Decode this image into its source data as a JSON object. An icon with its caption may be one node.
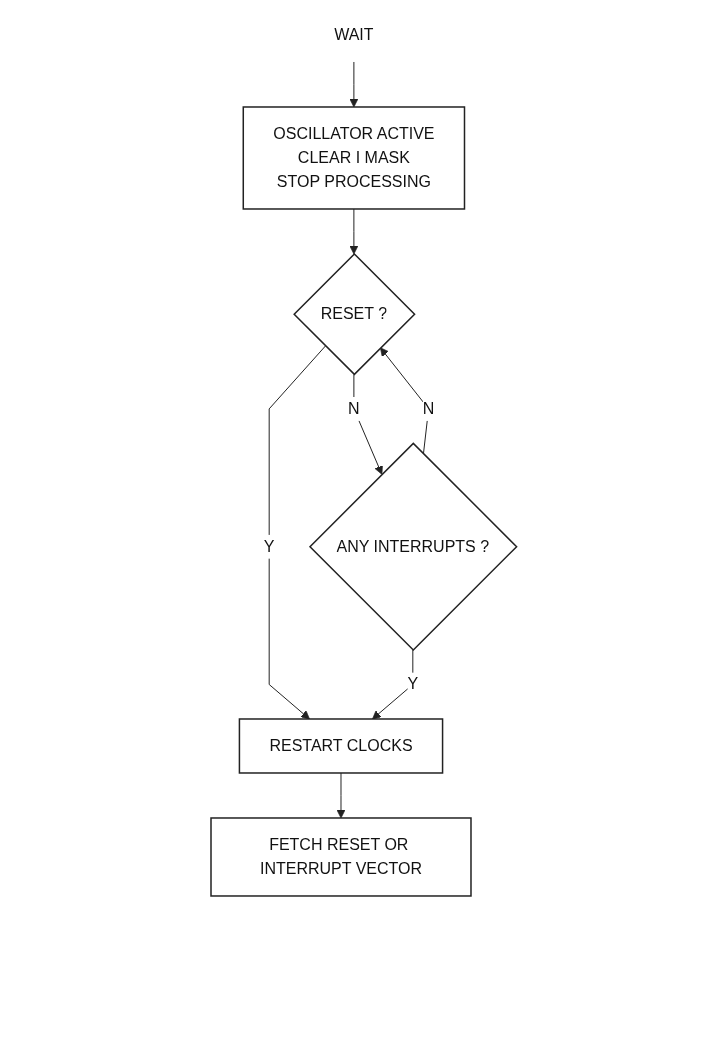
{
  "diagram": {
    "nodes": [
      {
        "text": [
          "WAIT"
        ]
      },
      {
        "text": [
          "OSCILLATOR ACTIVE",
          "CLEAR I MASK",
          "STOP PROCESSING"
        ]
      },
      {
        "text": [
          "RESET ?"
        ]
      },
      {
        "text": [
          "ANY INTERRUPTS ?"
        ]
      },
      {
        "text": [
          "RESTART CLOCKS"
        ]
      },
      {
        "text": [
          "FETCH RESET OR INTERRUPT VECTOR"
        ]
      }
    ],
    "edges": [
      {
        "from": 0,
        "to": 1,
        "arrow": "to"
      },
      {
        "from": 1,
        "to": 2,
        "arrow": "to"
      },
      {
        "from": 2,
        "to": 4,
        "label": "Y",
        "arrow": "to"
      },
      {
        "from": 2,
        "to": 3,
        "label": "N",
        "arrow": "to"
      },
      {
        "from": 3,
        "to": 4,
        "label": "Y",
        "arrow": "to"
      },
      {
        "from": 3,
        "to": 2,
        "label": "N",
        "arrow": "to"
      },
      {
        "from": 4,
        "to": 5,
        "arrow": "to"
      }
    ]
  }
}
